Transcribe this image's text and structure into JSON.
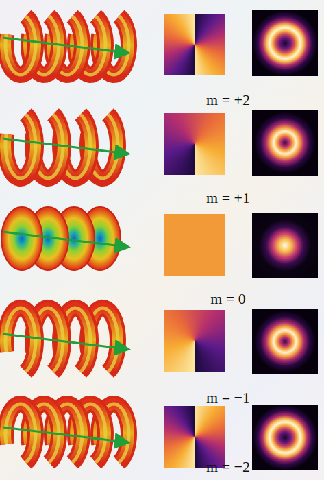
{
  "diagram": {
    "labels": [
      "m = +2",
      "m = +1",
      "m = 0",
      "m = −1",
      "m = −2"
    ]
  }
}
